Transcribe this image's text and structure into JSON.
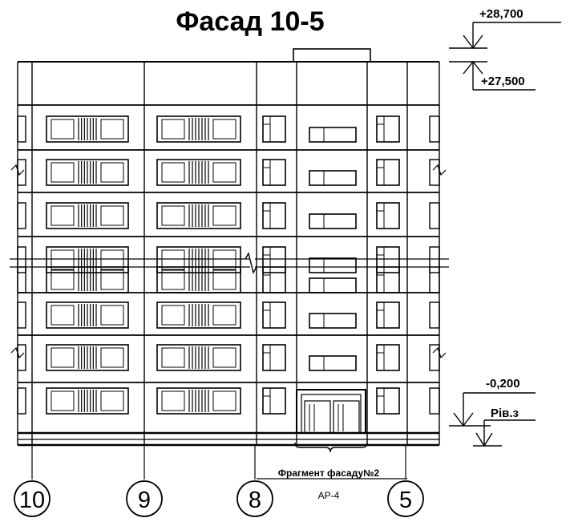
{
  "title": "Фасад 10-5",
  "elevations": {
    "top": "+28,700",
    "parapet": "+27,500",
    "ground": "-0,200",
    "level": "Рів.з"
  },
  "axes": [
    "10",
    "9",
    "8",
    "5"
  ],
  "fragment": {
    "label": "Фрагмент фасаду№2",
    "sheet": "АР-4"
  }
}
